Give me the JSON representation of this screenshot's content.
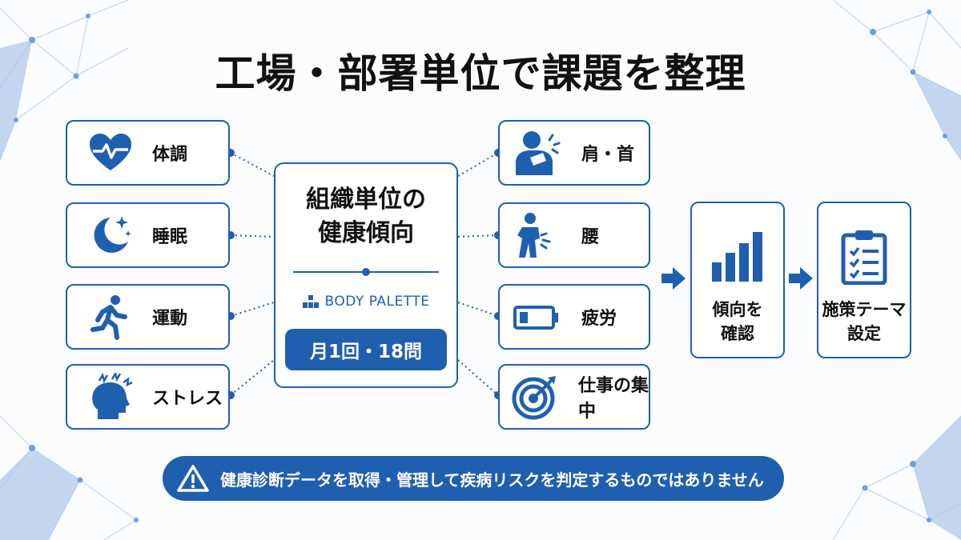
{
  "title": "工場・部署単位で課題を整理",
  "left_items": [
    {
      "label": "体調",
      "icon": "heart-pulse-icon"
    },
    {
      "label": "睡眠",
      "icon": "moon-stars-icon"
    },
    {
      "label": "運動",
      "icon": "running-person-icon"
    },
    {
      "label": "ストレス",
      "icon": "stressed-head-icon"
    }
  ],
  "right_items": [
    {
      "label": "肩・首",
      "icon": "shoulder-pain-icon"
    },
    {
      "label": "腰",
      "icon": "back-pain-icon"
    },
    {
      "label": "疲労",
      "icon": "low-battery-icon"
    },
    {
      "label": "仕事の集中",
      "icon": "target-icon"
    }
  ],
  "center": {
    "heading_line1": "組織単位の",
    "heading_line2": "健康傾向",
    "brand": "BODY PALETTE",
    "pill": "月1回・18問"
  },
  "steps": [
    {
      "line1": "傾向を",
      "line2": "確認",
      "icon": "bar-chart-icon"
    },
    {
      "line1": "施策テーマ",
      "line2": "設定",
      "icon": "clipboard-checklist-icon"
    }
  ],
  "disclaimer": "健康診断データを取得・管理して疾病リスクを判定するものではありません",
  "colors": {
    "accent": "#1f5fb0",
    "text": "#111111",
    "background": "#fbfcfe"
  }
}
